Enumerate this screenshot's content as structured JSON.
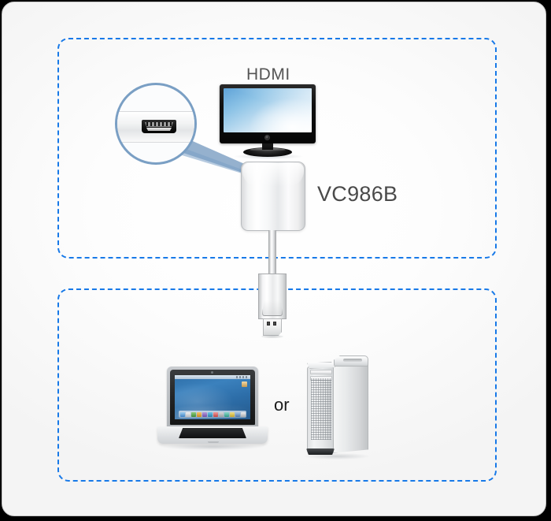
{
  "diagram": {
    "title": "VC986B connection diagram",
    "accent_color": "#1779e8",
    "background_color": "#fafafa"
  },
  "groups": [
    {
      "id": "display-group",
      "name": "display-side-group"
    },
    {
      "id": "source-group",
      "name": "source-side-group"
    }
  ],
  "labels": {
    "hdmi": "HDMI",
    "model": "VC986B",
    "or": "or"
  },
  "devices": {
    "monitor": {
      "icon": "hdmi-display-monitor",
      "port": "HDMI"
    },
    "magnifier": {
      "icon": "magnifier-callout",
      "shows": "HDMI port close-up"
    },
    "adapter": {
      "icon": "video-adapter-body",
      "model": "VC986B"
    },
    "connector": {
      "icon": "displayport-connector",
      "type": "DisplayPort"
    },
    "laptop": {
      "icon": "laptop-computer"
    },
    "tower": {
      "icon": "desktop-tower-computer"
    }
  }
}
